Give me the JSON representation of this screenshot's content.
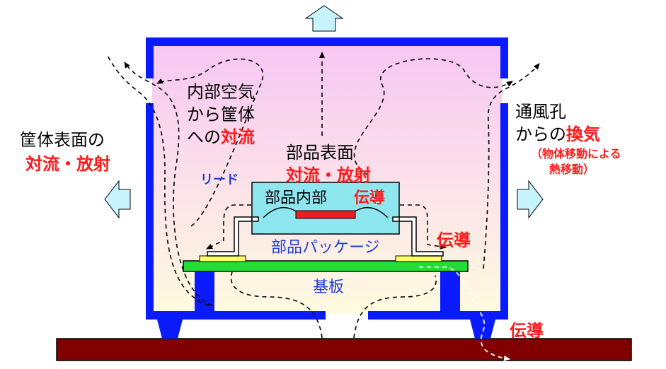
{
  "colors": {
    "case": "#0a1cff",
    "gradient_top": "#f7c6f3",
    "gradient_bottom": "#fffbe0",
    "package": "#8ee7ef",
    "die": "#ee1c24",
    "board": "#22dd33",
    "pad": "#ffff66",
    "floor": "#800000",
    "arrow_fill": "#c8f4ff",
    "red_text": "#ff1a1a",
    "blue_text": "#1f3fd8"
  },
  "labels": {
    "internal_air": "内部空気",
    "to_case": "から筐体",
    "to_prefix": "への",
    "convection": "対流",
    "surface_left_1": "筐体表面の",
    "surface_left_2": "対流・放射",
    "vent_1": "通風孔",
    "vent_2_prefix": "からの",
    "ventilation": "換気",
    "vent_note_1": "（物体移動による",
    "vent_note_2": "熱移動）",
    "part_surface": "部品表面",
    "part_surface_mode": "対流・放射",
    "lead": "リード",
    "part_inside": "部品内部",
    "conduction": "伝導",
    "conduction_lead": "伝導",
    "conduction_floor": "伝導",
    "package": "部品パッケージ",
    "board": "基板"
  }
}
